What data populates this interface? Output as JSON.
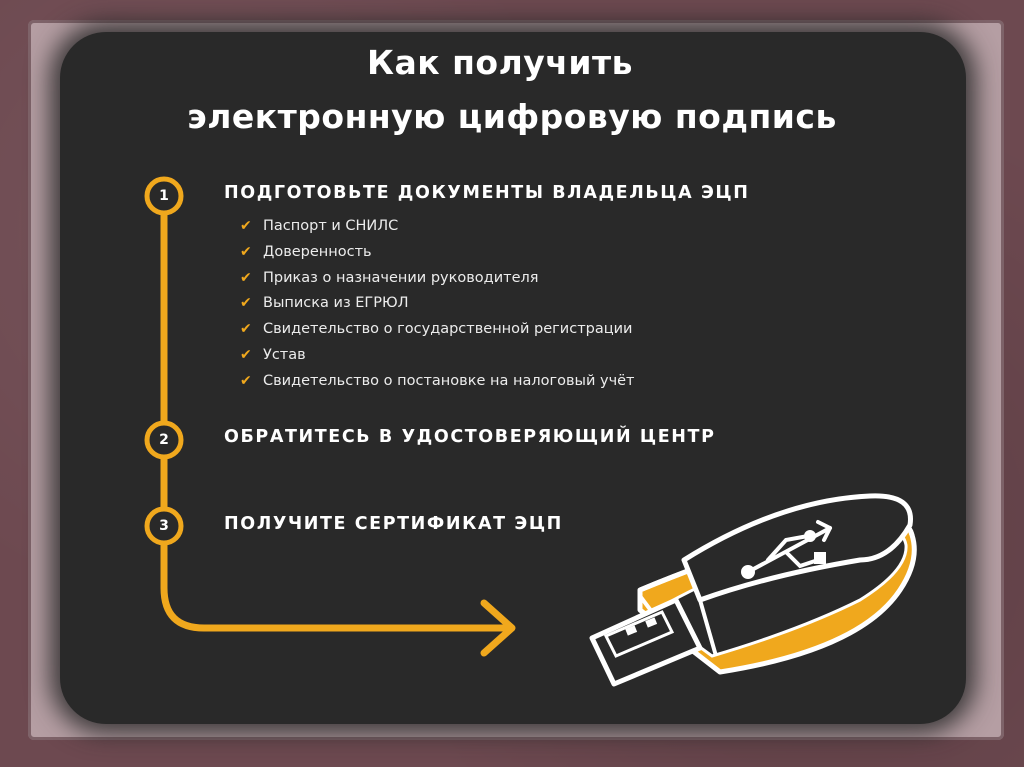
{
  "title": {
    "line1": "Как получить",
    "line2": "электронную цифровую подпись"
  },
  "steps": [
    {
      "number": "1",
      "heading": "ПОДГОТОВЬТЕ ДОКУМЕНТЫ ВЛАДЕЛЬЦА ЭЦП",
      "items": [
        "Паспорт и СНИЛС",
        "Доверенность",
        "Приказ о назначении руководителя",
        "Выписка из ЕГРЮЛ",
        "Свидетельство о государственной регистрации",
        "Устав",
        "Свидетельство о постановке на налоговый учёт"
      ]
    },
    {
      "number": "2",
      "heading": "ОБРАТИТЕСЬ В УДОСТОВЕРЯЮЩИЙ ЦЕНТР"
    },
    {
      "number": "3",
      "heading": "ПОЛУЧИТЕ СЕРТИФИКАТ ЭЦП"
    }
  ],
  "icons": {
    "check": "check-icon",
    "usb": "usb-flash-drive-icon",
    "usb_symbol": "usb-symbol-icon",
    "arrow": "arrow-right-icon"
  },
  "colors": {
    "accent": "#f0a81d",
    "card": "#292929",
    "frame": "#6d4950",
    "paper": "#b59ea3",
    "text": "#ffffff"
  }
}
